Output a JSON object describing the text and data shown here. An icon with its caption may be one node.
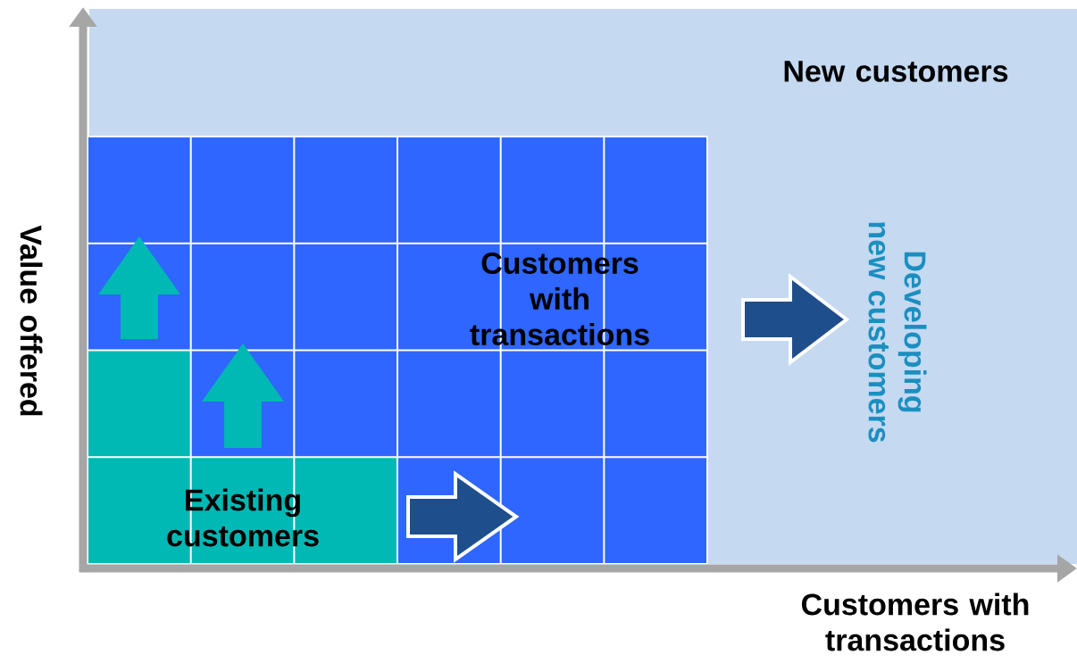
{
  "diagram": {
    "nodes": [
      {
        "text": [
          "New customers"
        ]
      },
      {
        "text": [
          "Customers with transactions"
        ],
        "in": 0
      },
      {
        "text": [
          "Existing customers"
        ],
        "in": 1
      }
    ],
    "labels": [
      "Value offered",
      "Developing new customers",
      "Customers with transactions"
    ]
  }
}
